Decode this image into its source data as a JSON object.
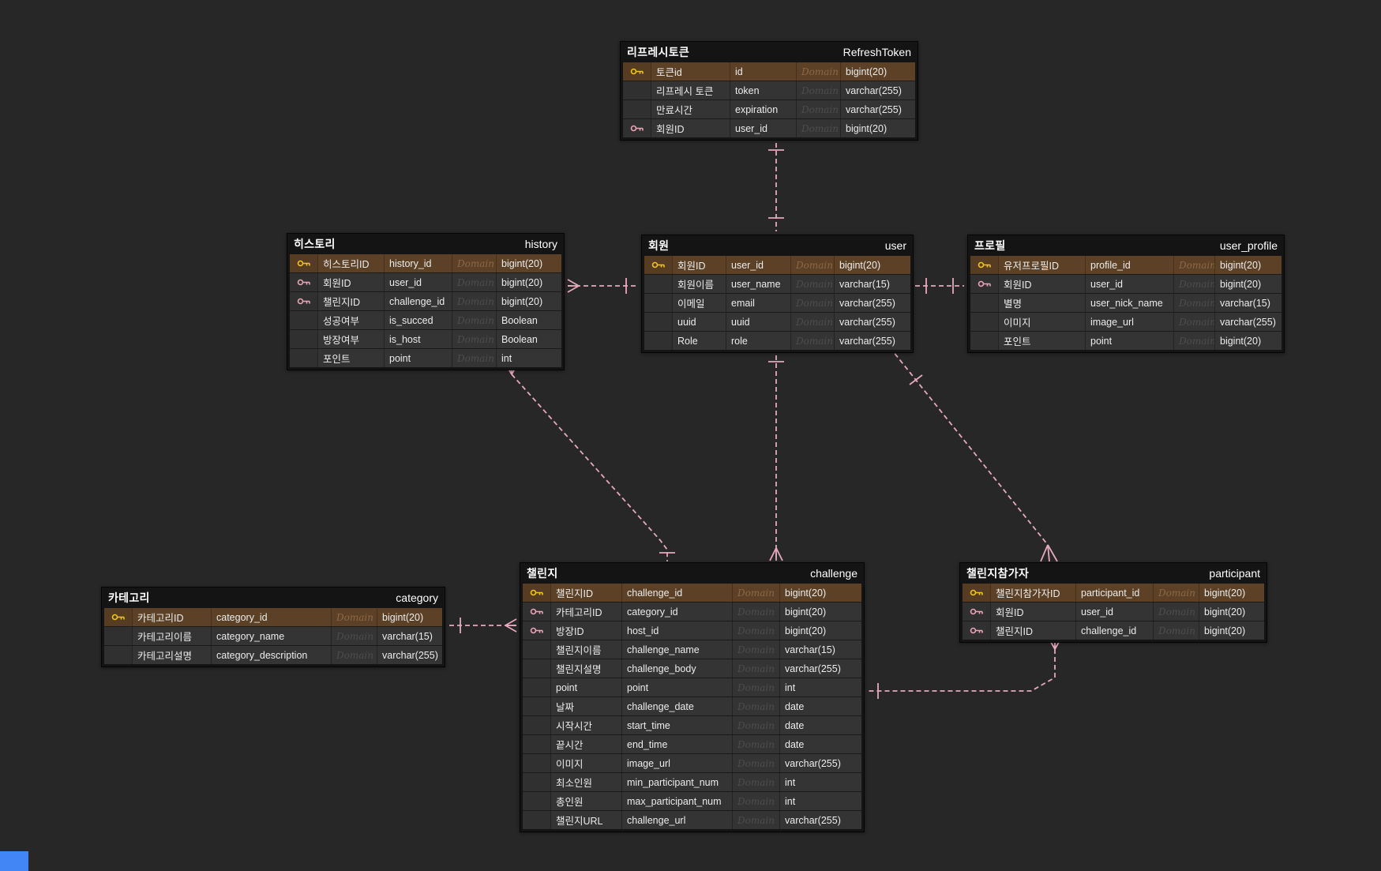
{
  "app": {
    "background": "#272727",
    "accent_pink": "#e6a9bb",
    "highlight_brown": "#5c4126",
    "pk_gold": "#f0c419",
    "fk_pink": "#e8a3b5",
    "corner_accent_blue": "#4285f4"
  },
  "diagram": {
    "tables": [
      {
        "id": "refresh_token",
        "title_ko": "리프레시토큰",
        "title_en": "RefreshToken",
        "rows": [
          {
            "key": "pk",
            "logical": "토큰id",
            "physical": "id",
            "domain": "Domain",
            "type": "bigint(20)",
            "highlight": true
          },
          {
            "key": null,
            "logical": "리프레시 토큰",
            "physical": "token",
            "domain": "Domain",
            "type": "varchar(255)"
          },
          {
            "key": null,
            "logical": "만료시간",
            "physical": "expiration",
            "domain": "Domain",
            "type": "varchar(255)"
          },
          {
            "key": "fk",
            "logical": "회원ID",
            "physical": "user_id",
            "domain": "Domain",
            "type": "bigint(20)"
          }
        ]
      },
      {
        "id": "history",
        "title_ko": "히스토리",
        "title_en": "history",
        "rows": [
          {
            "key": "pk",
            "logical": "히스토리ID",
            "physical": "history_id",
            "domain": "Domain",
            "type": "bigint(20)",
            "highlight": true
          },
          {
            "key": "fk",
            "logical": "회원ID",
            "physical": "user_id",
            "domain": "Domain",
            "type": "bigint(20)"
          },
          {
            "key": "fk",
            "logical": "챌린지ID",
            "physical": "challenge_id",
            "domain": "Domain",
            "type": "bigint(20)"
          },
          {
            "key": null,
            "logical": "성공여부",
            "physical": "is_succed",
            "domain": "Domain",
            "type": "Boolean"
          },
          {
            "key": null,
            "logical": "방장여부",
            "physical": "is_host",
            "domain": "Domain",
            "type": "Boolean"
          },
          {
            "key": null,
            "logical": "포인트",
            "physical": "point",
            "domain": "Domain",
            "type": "int"
          }
        ]
      },
      {
        "id": "user",
        "title_ko": "회원",
        "title_en": "user",
        "rows": [
          {
            "key": "pk",
            "logical": "회원ID",
            "physical": "user_id",
            "domain": "Domain",
            "type": "bigint(20)",
            "highlight": true
          },
          {
            "key": null,
            "logical": "회원이름",
            "physical": "user_name",
            "domain": "Domain",
            "type": "varchar(15)"
          },
          {
            "key": null,
            "logical": "이메일",
            "physical": "email",
            "domain": "Domain",
            "type": "varchar(255)"
          },
          {
            "key": null,
            "logical": "uuid",
            "physical": "uuid",
            "domain": "Domain",
            "type": "varchar(255)"
          },
          {
            "key": null,
            "logical": "Role",
            "physical": "role",
            "domain": "Domain",
            "type": "varchar(255)"
          }
        ]
      },
      {
        "id": "user_profile",
        "title_ko": "프로필",
        "title_en": "user_profile",
        "rows": [
          {
            "key": "pk",
            "logical": "유저프로필ID",
            "physical": "profile_id",
            "domain": "Domain",
            "type": "bigint(20)",
            "highlight": true
          },
          {
            "key": "fk",
            "logical": "회원ID",
            "physical": "user_id",
            "domain": "Domain",
            "type": "bigint(20)"
          },
          {
            "key": null,
            "logical": "별명",
            "physical": "user_nick_name",
            "domain": "Domain",
            "type": "varchar(15)"
          },
          {
            "key": null,
            "logical": "이미지",
            "physical": "image_url",
            "domain": "Domain",
            "type": "varchar(255)"
          },
          {
            "key": null,
            "logical": "포인트",
            "physical": "point",
            "domain": "Domain",
            "type": "bigint(20)"
          }
        ]
      },
      {
        "id": "category",
        "title_ko": "카테고리",
        "title_en": "category",
        "rows": [
          {
            "key": "pk",
            "logical": "카테고리ID",
            "physical": "category_id",
            "domain": "Domain",
            "type": "bigint(20)",
            "highlight": true
          },
          {
            "key": null,
            "logical": "카테고리이름",
            "physical": "category_name",
            "domain": "Domain",
            "type": "varchar(15)"
          },
          {
            "key": null,
            "logical": "카테고리설명",
            "physical": "category_description",
            "domain": "Domain",
            "type": "varchar(255)"
          }
        ]
      },
      {
        "id": "challenge",
        "title_ko": "챌린지",
        "title_en": "challenge",
        "rows": [
          {
            "key": "pk",
            "logical": "챌린지ID",
            "physical": "challenge_id",
            "domain": "Domain",
            "type": "bigint(20)",
            "highlight": true
          },
          {
            "key": "fk",
            "logical": "카테고리ID",
            "physical": "category_id",
            "domain": "Domain",
            "type": "bigint(20)"
          },
          {
            "key": "fk",
            "logical": "방장ID",
            "physical": "host_id",
            "domain": "Domain",
            "type": "bigint(20)"
          },
          {
            "key": null,
            "logical": "챌린지이름",
            "physical": "challenge_name",
            "domain": "Domain",
            "type": "varchar(15)"
          },
          {
            "key": null,
            "logical": "챌린지설명",
            "physical": "challenge_body",
            "domain": "Domain",
            "type": "varchar(255)"
          },
          {
            "key": null,
            "logical": "point",
            "physical": "point",
            "domain": "Domain",
            "type": "int"
          },
          {
            "key": null,
            "logical": "날짜",
            "physical": "challenge_date",
            "domain": "Domain",
            "type": "date"
          },
          {
            "key": null,
            "logical": "시작시간",
            "physical": "start_time",
            "domain": "Domain",
            "type": "date"
          },
          {
            "key": null,
            "logical": "끝시간",
            "physical": "end_time",
            "domain": "Domain",
            "type": "date"
          },
          {
            "key": null,
            "logical": "이미지",
            "physical": "image_url",
            "domain": "Domain",
            "type": "varchar(255)"
          },
          {
            "key": null,
            "logical": "최소인원",
            "physical": "min_participant_num",
            "domain": "Domain",
            "type": "int"
          },
          {
            "key": null,
            "logical": "총인원",
            "physical": "max_participant_num",
            "domain": "Domain",
            "type": "int"
          },
          {
            "key": null,
            "logical": "챌린지URL",
            "physical": "challenge_url",
            "domain": "Domain",
            "type": "varchar(255)"
          }
        ]
      },
      {
        "id": "participant",
        "title_ko": "챌린지참가자",
        "title_en": "participant",
        "rows": [
          {
            "key": "pk",
            "logical": "챌린지참가자ID",
            "physical": "participant_id",
            "domain": "Domain",
            "type": "bigint(20)",
            "highlight": true
          },
          {
            "key": "fk",
            "logical": "회원ID",
            "physical": "user_id",
            "domain": "Domain",
            "type": "bigint(20)"
          },
          {
            "key": "fk",
            "logical": "챌린지ID",
            "physical": "challenge_id",
            "domain": "Domain",
            "type": "bigint(20)"
          }
        ]
      }
    ],
    "relationships": [
      {
        "id": "refreshtoken-user",
        "from": "RefreshToken",
        "to": "user",
        "from_card": "one",
        "to_card": "one"
      },
      {
        "id": "history-user",
        "from": "history",
        "to": "user",
        "from_card": "many",
        "to_card": "one"
      },
      {
        "id": "user-userprofile",
        "from": "user",
        "to": "user_profile",
        "from_card": "one",
        "to_card": "one"
      },
      {
        "id": "history-challenge",
        "from": "history",
        "to": "challenge",
        "from_card": "many",
        "to_card": "one"
      },
      {
        "id": "user-challenge",
        "from": "user",
        "to": "challenge",
        "from_card": "one",
        "to_card": "many"
      },
      {
        "id": "user-participant",
        "from": "user",
        "to": "participant",
        "from_card": "one",
        "to_card": "many"
      },
      {
        "id": "category-challenge",
        "from": "category",
        "to": "challenge",
        "from_card": "one",
        "to_card": "many"
      },
      {
        "id": "participant-challenge",
        "from": "participant",
        "to": "challenge",
        "from_card": "many",
        "to_card": "one"
      }
    ]
  }
}
